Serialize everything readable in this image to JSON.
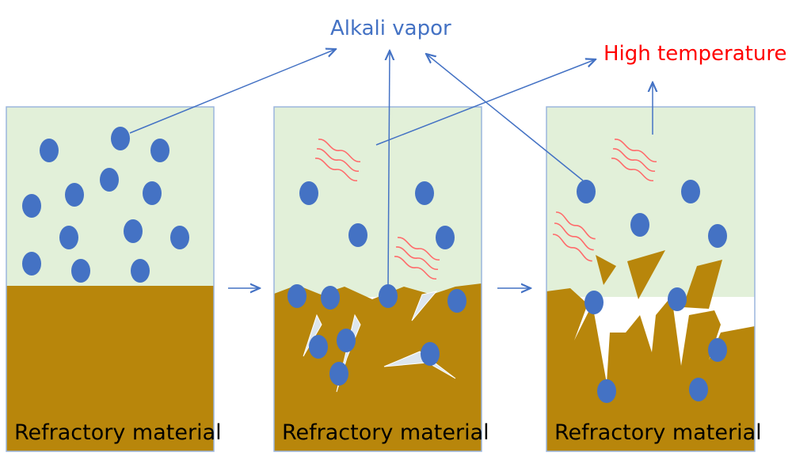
{
  "labels": {
    "alkali_vapor": "Alkali vapor",
    "high_temperature": "High temperature"
  },
  "panels": [
    {
      "caption": "Refractory material"
    },
    {
      "caption": "Refractory material"
    },
    {
      "caption": "Refractory material"
    }
  ],
  "colors": {
    "vapor_bg": "#e2f0d9",
    "refractory": "#b8860b",
    "particle": "#4472c4",
    "arrow": "#4472c4",
    "heat_wave": "#ff6b6b",
    "crack": "#dde6ee",
    "high_temperature_text": "#ff0000"
  },
  "icons": [
    "blue-particle",
    "heat-wave",
    "arrow"
  ]
}
